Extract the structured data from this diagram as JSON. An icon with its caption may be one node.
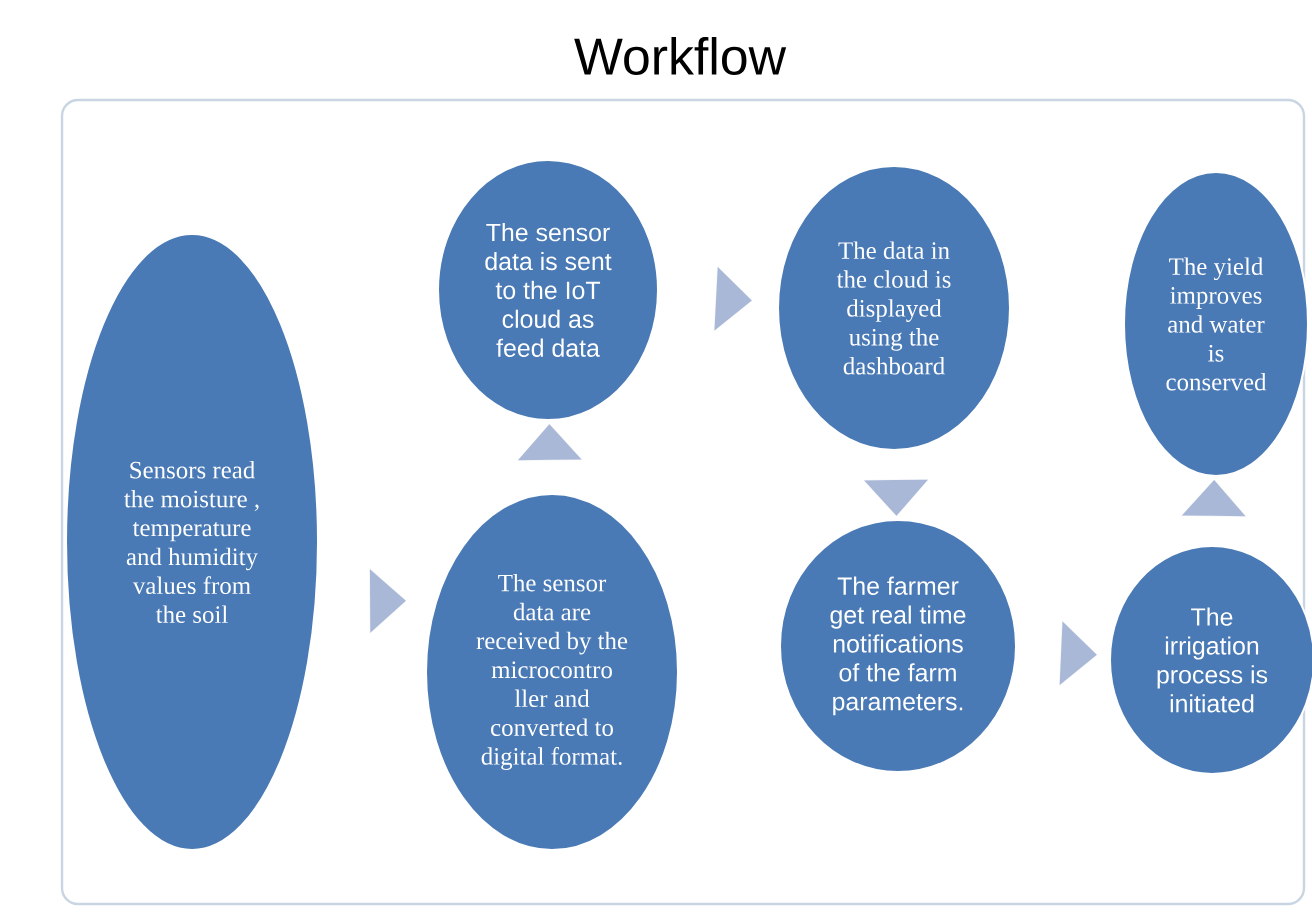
{
  "diagram": {
    "title": "Workflow",
    "nodes": [
      {
        "text": [
          "Sensors read the moisture , temperature and humidity values from the soil"
        ]
      },
      {
        "text": [
          "The sensor data are received by the microcontro ller and converted to digital format."
        ]
      },
      {
        "text": [
          "The sensor data is sent to the IoT cloud as feed data"
        ]
      },
      {
        "text": [
          "The data in the cloud is displayed using the dashboard"
        ]
      },
      {
        "text": [
          "The farmer get real time notifications of the farm parameters."
        ]
      },
      {
        "text": [
          "The irrigation process is initiated"
        ]
      },
      {
        "text": [
          "The yield improves and water is conserved"
        ]
      }
    ],
    "edges": [
      {
        "from": 0,
        "to": 1,
        "arrow": "to"
      },
      {
        "from": 1,
        "to": 2,
        "arrow": "to"
      },
      {
        "from": 2,
        "to": 3,
        "arrow": "to"
      },
      {
        "from": 3,
        "to": 4,
        "arrow": "to"
      },
      {
        "from": 4,
        "to": 5,
        "arrow": "to"
      },
      {
        "from": 5,
        "to": 6,
        "arrow": "to"
      }
    ]
  }
}
